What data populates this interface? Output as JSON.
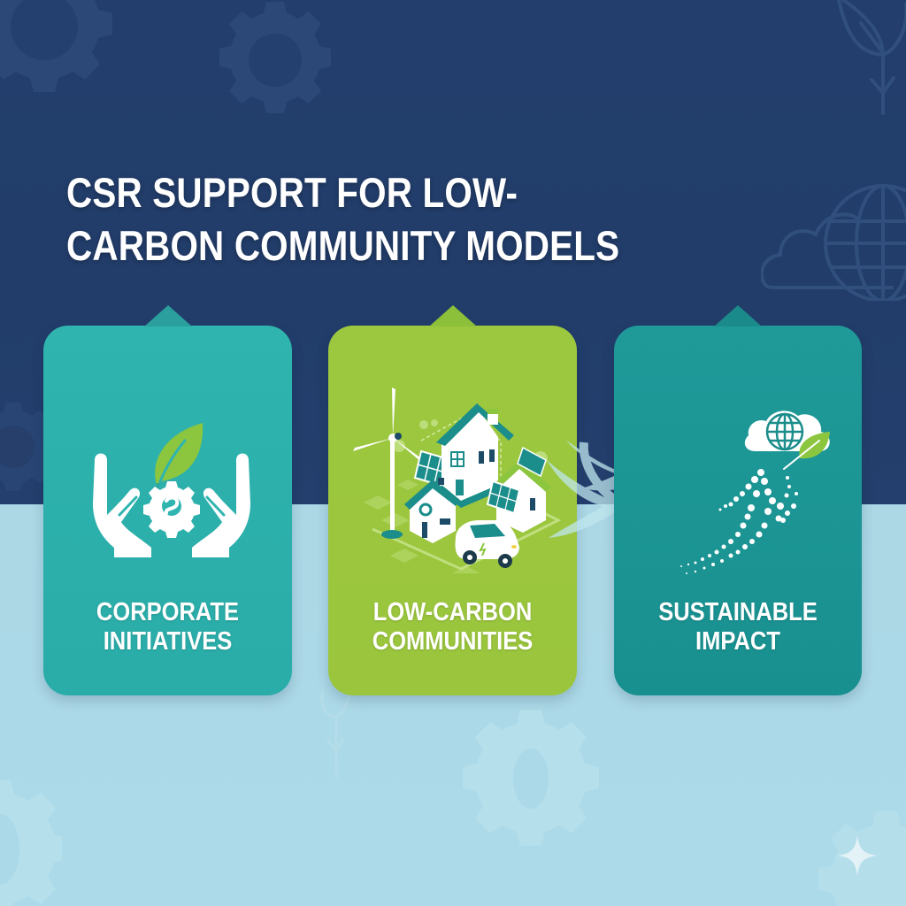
{
  "header": {
    "title_lines": [
      "CSR SUPPORT FOR LOW-",
      "CARBON COMMUNITY MODELS"
    ]
  },
  "cards": [
    {
      "label_lines": [
        "CORPORATE",
        "INITIATIVES"
      ],
      "icon": "hands-holding-gear-leaf-icon",
      "color": "#2fb4af"
    },
    {
      "label_lines": [
        "LOW-CARBON",
        "COMMUNITIES"
      ],
      "icon": "isometric-eco-village-icon",
      "color": "#9cc83f"
    },
    {
      "label_lines": [
        "SUSTAINABLE",
        "IMPACT"
      ],
      "icon": "cloud-globe-leaf-rising-dots-icon",
      "color": "#1f9a99"
    }
  ],
  "theme": {
    "background_top": "#233e6c",
    "background_bottom": "#acd9e7",
    "leaf_green": "#8cc63f",
    "text": "#ffffff"
  },
  "decorations": [
    "gear-icon",
    "sprout-icon",
    "cloud-globe-icon",
    "sparkle-icon",
    "flow-arrow-icon"
  ]
}
